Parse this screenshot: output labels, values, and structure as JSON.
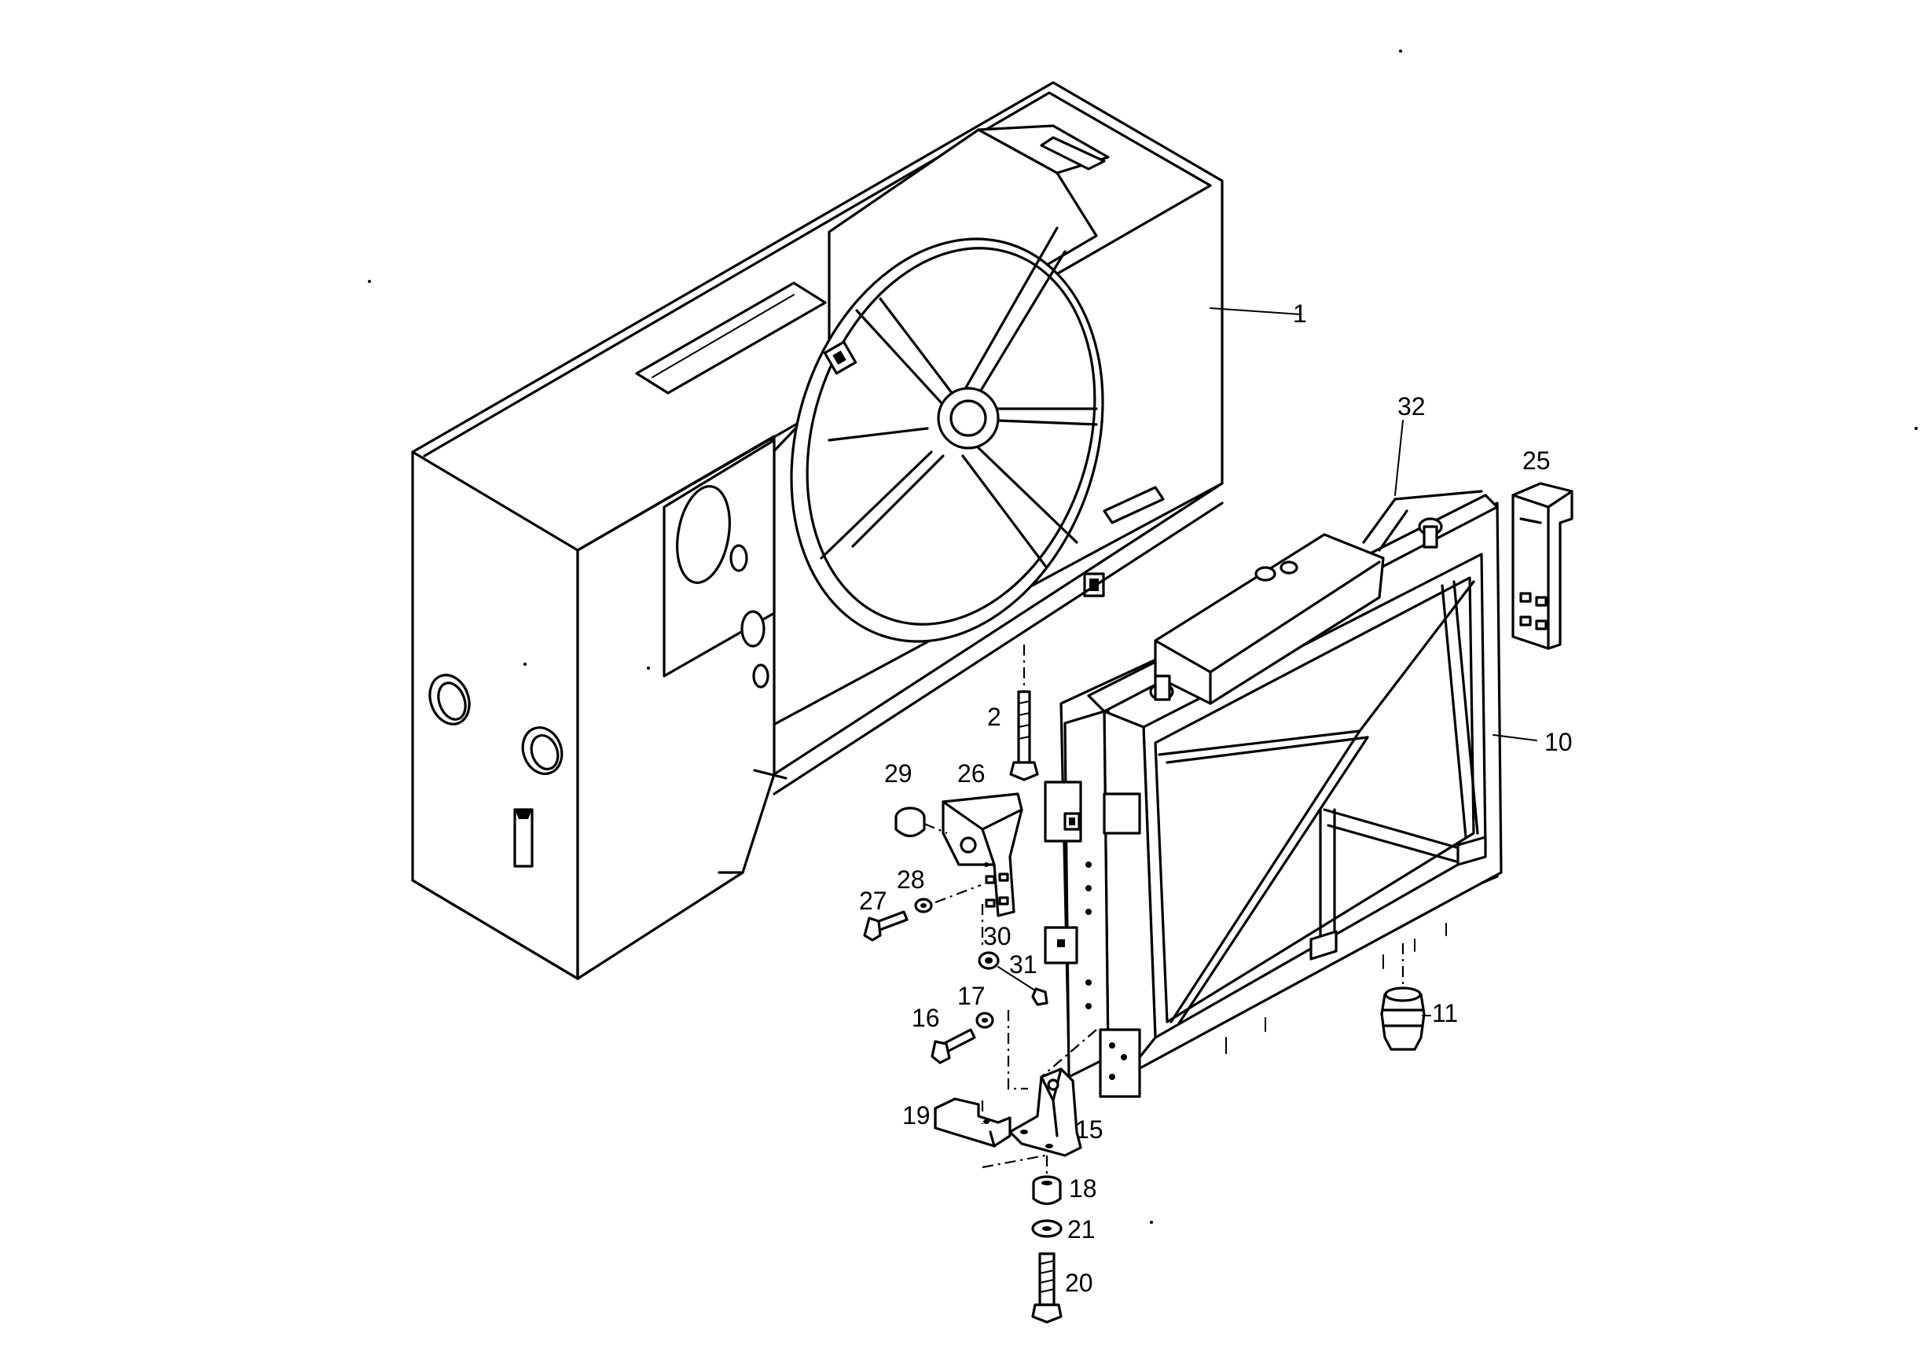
{
  "callouts": [
    {
      "id": "c1",
      "label": "1"
    },
    {
      "id": "c2",
      "label": "2"
    },
    {
      "id": "c10",
      "label": "10"
    },
    {
      "id": "c11",
      "label": "11"
    },
    {
      "id": "c15",
      "label": "15"
    },
    {
      "id": "c16",
      "label": "16"
    },
    {
      "id": "c17",
      "label": "17"
    },
    {
      "id": "c18",
      "label": "18"
    },
    {
      "id": "c19",
      "label": "19"
    },
    {
      "id": "c20",
      "label": "20"
    },
    {
      "id": "c21",
      "label": "21"
    },
    {
      "id": "c25",
      "label": "25"
    },
    {
      "id": "c26",
      "label": "26"
    },
    {
      "id": "c27",
      "label": "27"
    },
    {
      "id": "c28",
      "label": "28"
    },
    {
      "id": "c29",
      "label": "29"
    },
    {
      "id": "c30",
      "label": "30"
    },
    {
      "id": "c31",
      "label": "31"
    },
    {
      "id": "c32",
      "label": "32"
    }
  ],
  "parts": {
    "shroud": "fan-shroud-housing",
    "radiator": "radiator-core-frame",
    "bracket_right": "side-bracket",
    "mount": "mounting-foot-bracket",
    "cap": "drain-cap"
  }
}
